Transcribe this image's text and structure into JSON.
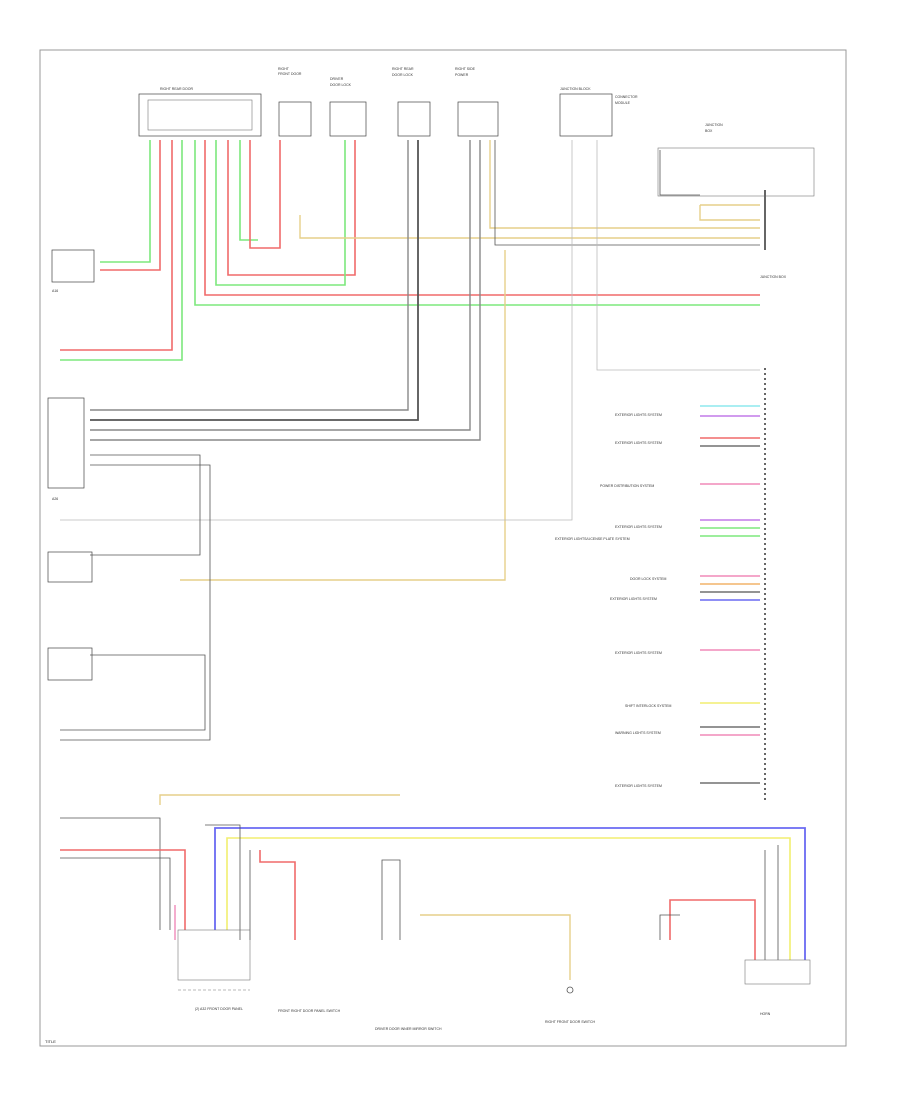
{
  "diagram": {
    "footer_label": "TITLE",
    "bottom_connectors": {
      "left": "(2) A32\nFRONT DOOR PANEL",
      "mid_left": "FRONT RIGHT\nDOOR PANEL\nSWITCH",
      "center": "DRIVER DOOR\nINNER MIRROR\nSWITCH",
      "center_right": "RIGHT FRONT\nDOOR SWITCH",
      "right_tag": "HORN"
    },
    "connector_codes": {
      "top_left_connector": "RIGHT REAR DOOR",
      "top_right_junction": "JUNCTION BLOCK",
      "right_module": "JUNCTION BOX",
      "left_a": "A16",
      "left_b": "A26"
    },
    "right_system_labels": [
      "EXTERIOR LIGHTS SYSTEM",
      "EXTERIOR LIGHTS SYSTEM",
      "POWER DISTRIBUTION SYSTEM",
      "EXTERIOR LIGHTS SYSTEM",
      "EXTERIOR LIGHTS/LICENSE PLATE SYSTEM",
      "DOOR LOCK SYSTEM",
      "EXTERIOR LIGHTS SYSTEM",
      "EXTERIOR LIGHTS SYSTEM",
      "SHIFT INTERLOCK SYSTEM",
      "WARNING LIGHTS SYSTEM",
      "EXTERIOR LIGHTS SYSTEM"
    ],
    "colors": {
      "red": "#f06a6a",
      "green": "#7de87d",
      "black": "#555555",
      "gray": "#888888",
      "tan": "#e6cf8a",
      "yellow": "#f2ee70",
      "blue": "#6a6af2",
      "pink": "#f08ab8",
      "cyan": "#8ee8ee",
      "purple": "#c27ae8",
      "orange": "#f2b36a"
    }
  }
}
